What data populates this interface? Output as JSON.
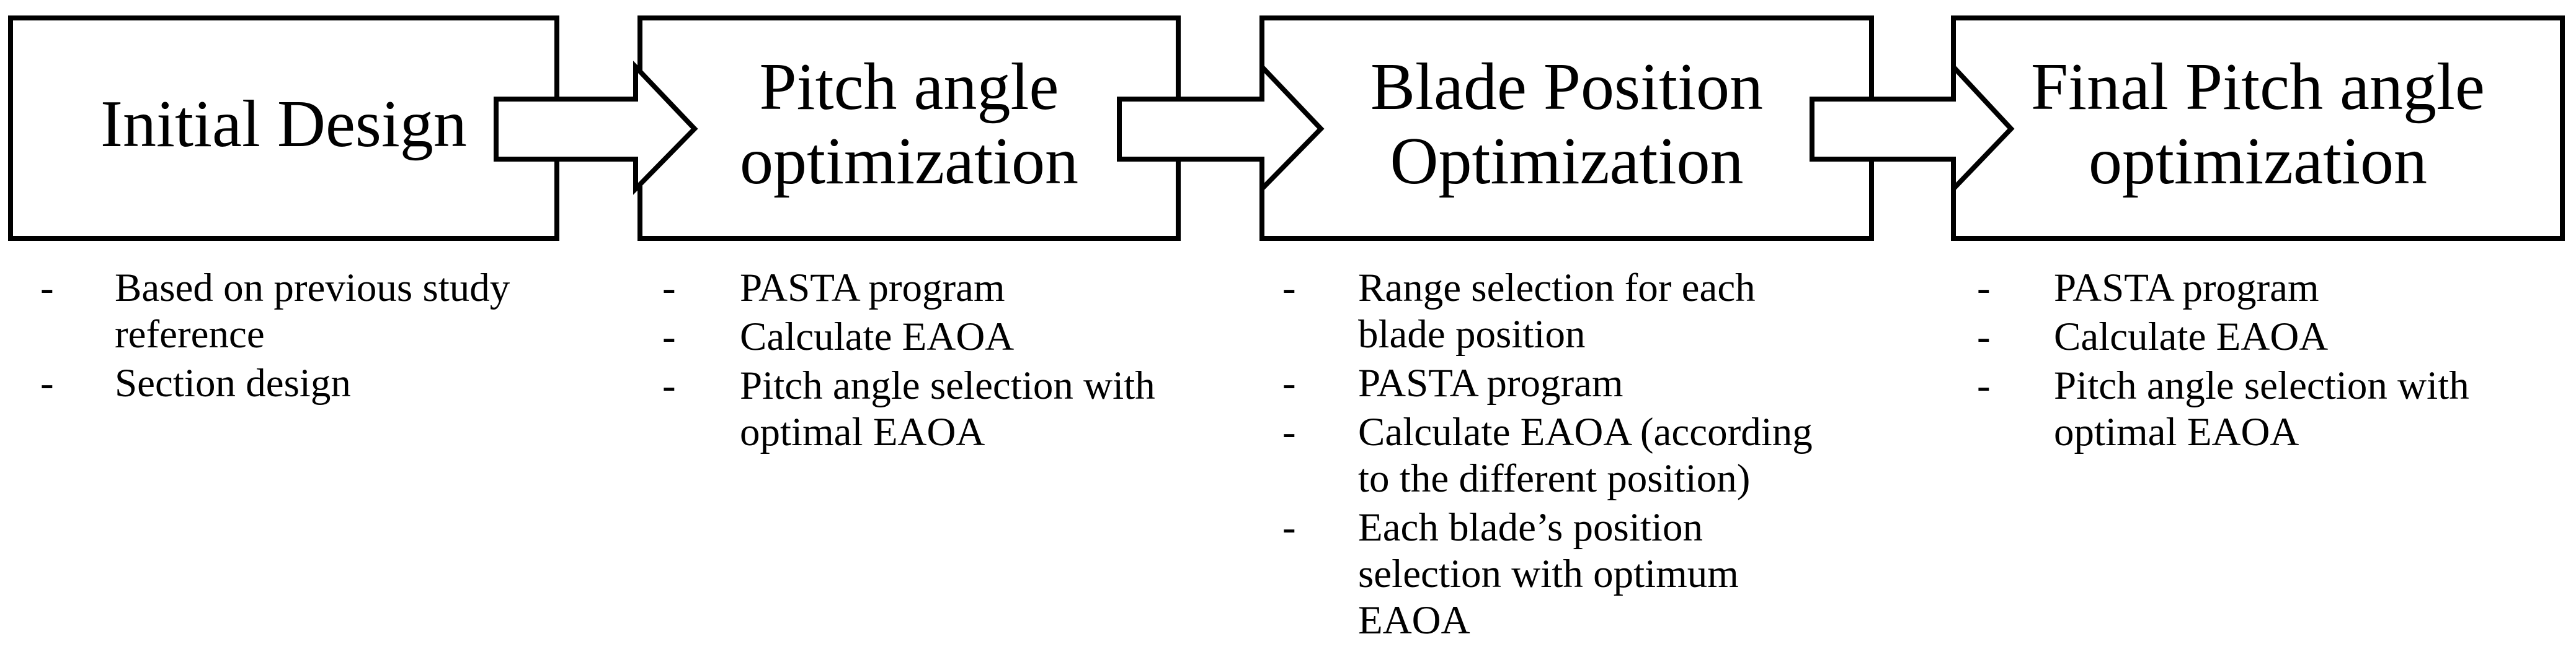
{
  "flow": {
    "bullet_marker": "-",
    "colors": {
      "shape_stroke": "#000000",
      "shape_fill": "#ffffff",
      "text": "#000000",
      "background": "#ffffff"
    },
    "steps": [
      {
        "title": "Initial Design",
        "bullets": [
          "Based on previous study\nreference",
          "Section design"
        ]
      },
      {
        "title": "Pitch angle\noptimization",
        "bullets": [
          "PASTA program",
          "Calculate EAOA",
          "Pitch angle selection with\noptimal EAOA"
        ]
      },
      {
        "title": "Blade Position\nOptimization",
        "bullets": [
          "Range selection for each\nblade position",
          "PASTA program",
          "Calculate EAOA (according\nto the different position)",
          "Each blade’s position\nselection with optimum\nEAOA"
        ]
      },
      {
        "title": "Final Pitch angle\noptimization",
        "bullets": [
          "PASTA program",
          "Calculate EAOA",
          "Pitch angle selection with\noptimal EAOA"
        ]
      }
    ]
  }
}
